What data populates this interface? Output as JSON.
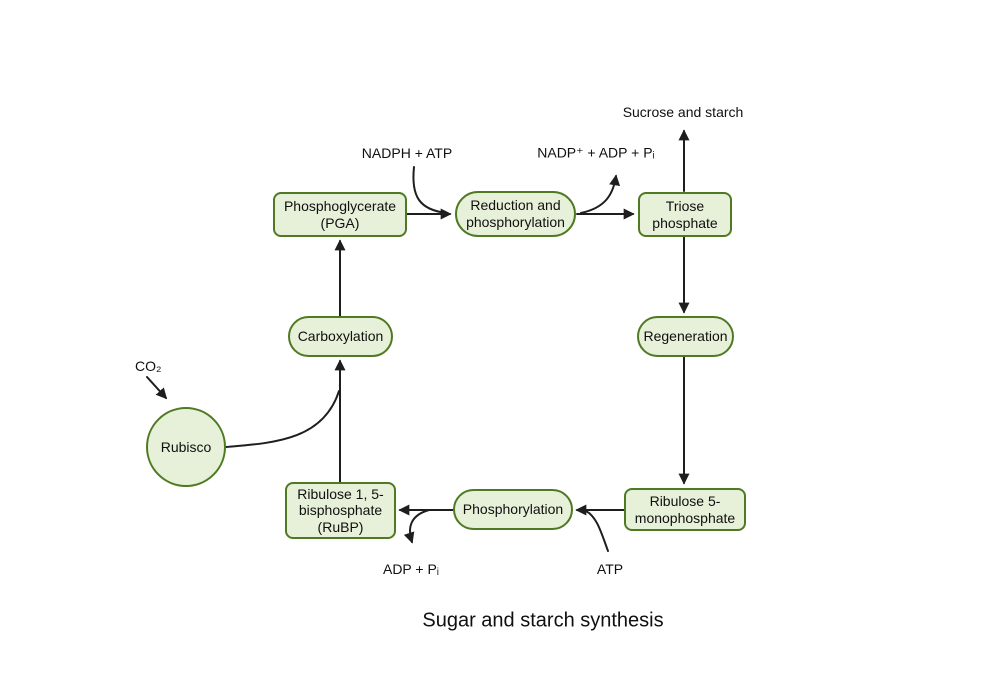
{
  "title": "Sugar and starch synthesis",
  "nodes": {
    "pga": {
      "lines": [
        "Phosphoglycerate",
        "(PGA)"
      ]
    },
    "reduction": {
      "lines": [
        "Reduction and",
        "phosphorylation"
      ]
    },
    "triose": {
      "lines": [
        "Triose",
        "phosphate"
      ]
    },
    "carboxylation": {
      "lines": [
        "Carboxylation"
      ]
    },
    "regeneration": {
      "lines": [
        "Regeneration"
      ]
    },
    "rubisco": {
      "lines": [
        "Rubisco"
      ]
    },
    "rubp": {
      "lines": [
        "Ribulose 1, 5-",
        "bisphosphate",
        "(RuBP)"
      ]
    },
    "phosphorylation": {
      "lines": [
        "Phosphorylation"
      ]
    },
    "r5m": {
      "lines": [
        "Ribulose 5-",
        "monophosphate"
      ]
    }
  },
  "labels": {
    "sucrose_starch": "Sucrose and starch",
    "nadph_atp": "NADPH + ATP",
    "nadp_adp_pi": "NADP⁺ + ADP + Pᵢ",
    "co2": "CO₂",
    "adp_pi": "ADP + Pᵢ",
    "atp": "ATP"
  },
  "colors": {
    "node_fill": "#e7f0d8",
    "node_border": "#4f7a23",
    "arrow": "#1e1e1e",
    "text": "#101010",
    "background": "#ffffff"
  }
}
